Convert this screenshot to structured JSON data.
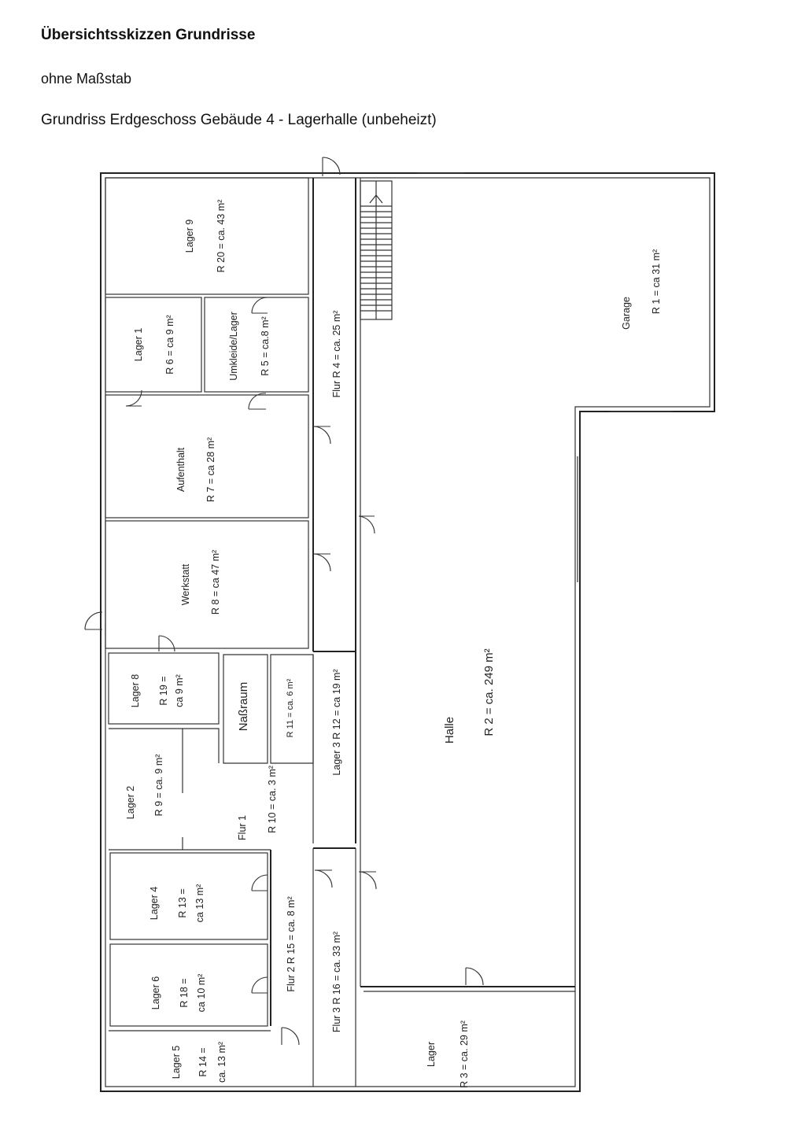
{
  "header": {
    "title": "Übersichtsskizzen Grundrisse",
    "subtitle": "ohne Maßstab",
    "caption": "Grundriss Erdgeschoss Gebäude 4 - Lagerhalle (unbeheizt)"
  },
  "rooms": {
    "lager9": {
      "name": "Lager 9",
      "area": "R 20 = ca. 43 m²"
    },
    "lager1": {
      "name": "Lager 1",
      "area": "R 6 = ca 9 m²"
    },
    "umkleide": {
      "name": "Umkleide/Lager",
      "area": "R 5 = ca.8 m²"
    },
    "flur_r4": {
      "name": "Flur  R 4 = ca. 25 m²"
    },
    "garage": {
      "name": "Garage",
      "area": "R 1 = ca 31 m²"
    },
    "aufenthalt": {
      "name": "Aufenthalt",
      "area": "R 7 = ca 28 m²"
    },
    "werkstatt": {
      "name": "Werkstatt",
      "area": "R 8 = ca 47 m²"
    },
    "lager8": {
      "name": "Lager 8",
      "area1": "R 19 =",
      "area2": "ca 9 m²"
    },
    "nassraum": {
      "name": "Naßraum"
    },
    "r11": {
      "area": "R 11 = ca. 6 m²"
    },
    "lager3": {
      "name": "Lager 3  R 12 = ca 19 m²"
    },
    "lager2": {
      "name": "Lager 2",
      "area": "R 9 = ca. 9 m²"
    },
    "flur1": {
      "name": "Flur 1",
      "area": "R 10 = ca. 3 m²"
    },
    "halle": {
      "name": "Halle",
      "area": "R 2 = ca. 249 m²"
    },
    "lager4": {
      "name": "Lager 4",
      "area1": "R 13 =",
      "area2": "ca 13 m²"
    },
    "flur2": {
      "name": "Flur 2  R 15 = ca. 8 m²"
    },
    "lager6": {
      "name": "Lager 6",
      "area1": "R 18 =",
      "area2": "ca 10 m²"
    },
    "flur3": {
      "name": "Flur 3  R 16 = ca. 33 m²"
    },
    "lager5": {
      "name": "Lager 5",
      "area1": "R 14 =",
      "area2": "ca. 13 m²"
    },
    "lager_r3": {
      "name": "Lager",
      "area": "R 3 = ca. 29 m²"
    }
  }
}
